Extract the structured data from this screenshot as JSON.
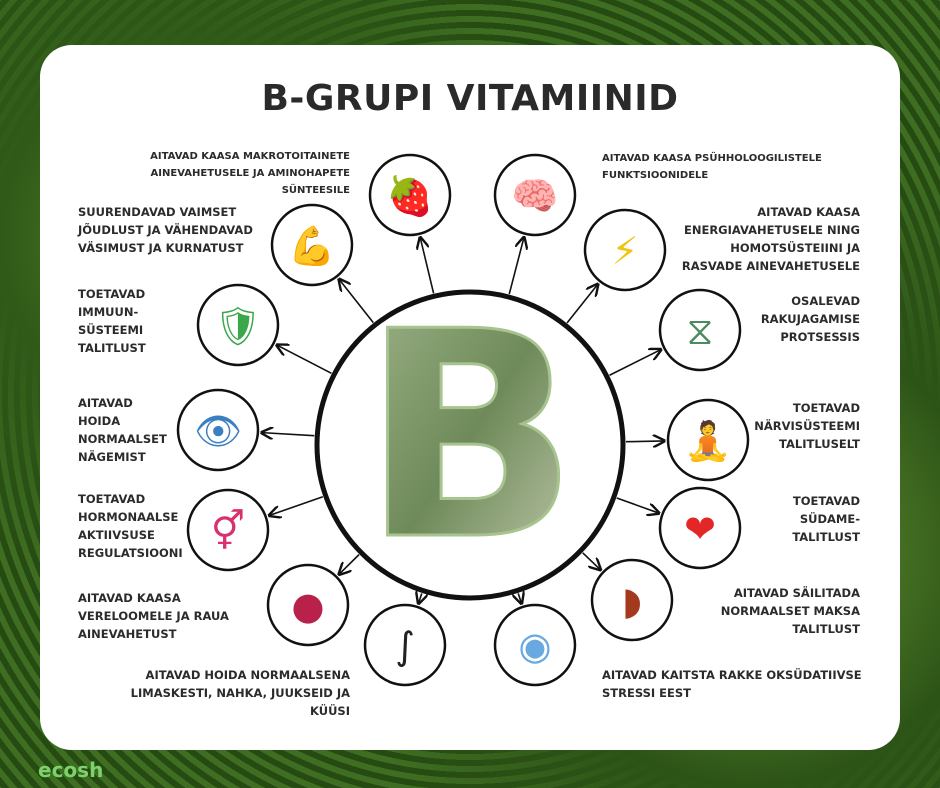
{
  "title": "B-GRUPI VITAMIINID",
  "center_letter": "B",
  "logo": "ecosh",
  "benefits": [
    {
      "id": "macronutrient",
      "icon": "strawberry-icon",
      "text": "AITAVAD KAASA MAKROTOITAINETE\nAINEVAHETUSELE JA AMINOHAPETE SÜNTEESILE"
    },
    {
      "id": "psychological",
      "icon": "brain-icon",
      "text": "AITAVAD KAASA PSÜHHOLOOGILISTELE\nFUNKTSIOONIDELE"
    },
    {
      "id": "mental-energy",
      "icon": "muscle-man-icon",
      "text": "SUURENDAVAD VAIMSET\nJÕUDLUST  JA VÄHENDAVAD\nVÄSIMUST JA KURNATUST"
    },
    {
      "id": "energy-metabolism",
      "icon": "energy-cycle-icon",
      "text": "AITAVAD KAASA\nENERGIAVAHETUSELE NING\nHOMOTSÜSTEIINI JA\nRASVADE AINEVAHETUSELE"
    },
    {
      "id": "immune",
      "icon": "shield-check-icon",
      "text": "TOETAVAD\nIMMUUN-\nSÜSTEEMI\nTALITLUST"
    },
    {
      "id": "cell-division",
      "icon": "cell-division-icon",
      "text": "OSALEVAD\nRAKUJAGAMISE\nPROTSESSIS"
    },
    {
      "id": "vision",
      "icon": "eye-icon",
      "text": "AITAVAD\nHOIDA\nNORMAALSET\nNÄGEMIST"
    },
    {
      "id": "nervous",
      "icon": "meditation-icon",
      "text": "TOETAVAD\nNÄRVISÜSTEEMI\nTALITLUSELT"
    },
    {
      "id": "hormonal",
      "icon": "gender-symbols-icon",
      "text": "TOETAVAD\nHORMONAALSE\nAKTIIVSUSE\nREGULATSIOONI"
    },
    {
      "id": "heart",
      "icon": "heart-icon",
      "text": "TOETAVAD\nSÜDAME-\nTALITLUST"
    },
    {
      "id": "blood",
      "icon": "blood-cells-icon",
      "text": "AITAVAD KAASA\nVERELOOMELE  JA RAUA\nAINEVAHETUST"
    },
    {
      "id": "liver",
      "icon": "liver-icon",
      "text": "AITAVAD SÄILITADA\nNORMAALSET MAKSA\nTALITLUST"
    },
    {
      "id": "skin-hair",
      "icon": "hair-icon",
      "text": "AITAVAD HOIDA NORMAALSENA\nLIMASKESTI, NAHKA, JUUKSEID JA KÜÜSI"
    },
    {
      "id": "oxidative",
      "icon": "cell-icon",
      "text": "AITAVAD KAITSTA RAKKE OKSÜDATIIVSE\nSTRESSI EEST"
    }
  ]
}
